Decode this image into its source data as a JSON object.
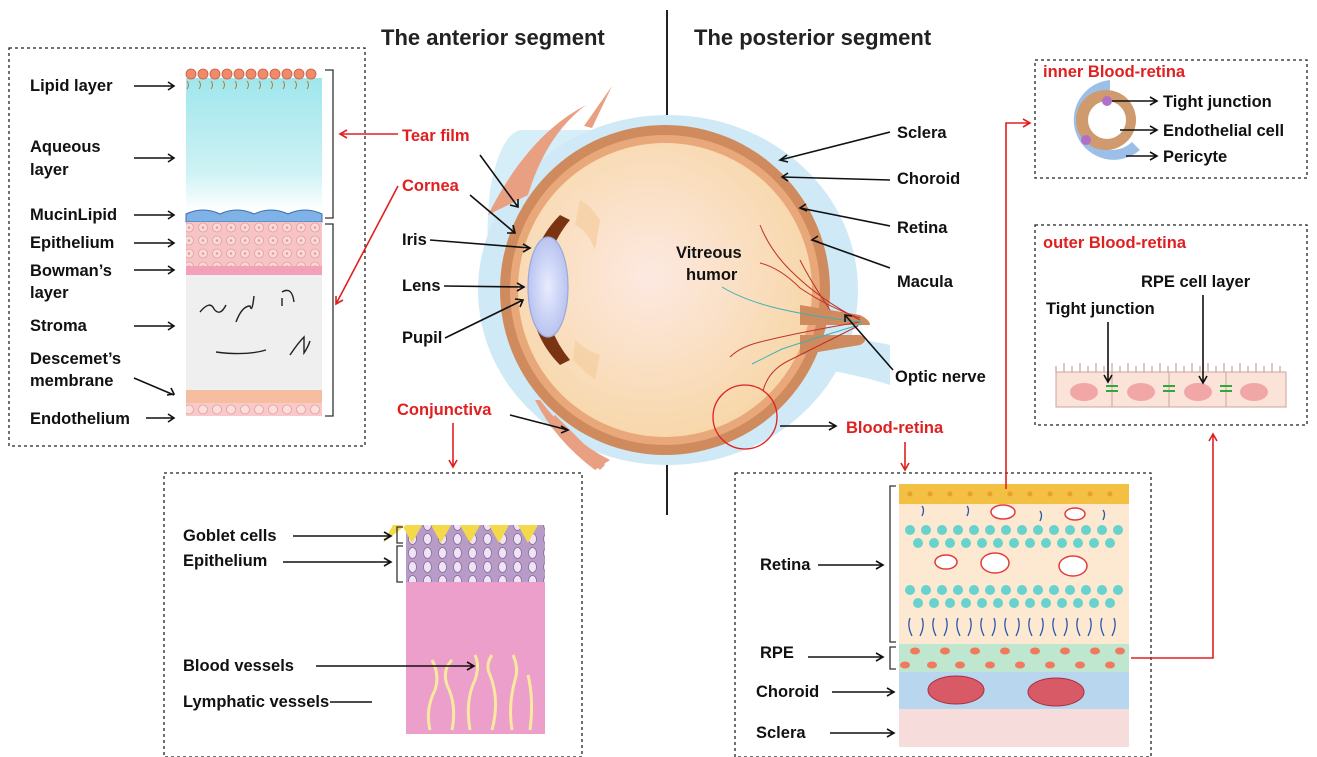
{
  "headings": {
    "anterior": "The anterior segment",
    "posterior": "The posterior segment"
  },
  "tear_film_panel": {
    "lipid": "Lipid layer",
    "aqueous_1": "Aqueous",
    "aqueous_2": "layer",
    "mucin": "MucinLipid"
  },
  "cornea_panel": {
    "epithelium": "Epithelium",
    "bowman_1": "Bowman’s",
    "bowman_2": "layer",
    "stroma": "Stroma",
    "descemet_1": "Descemet’s",
    "descemet_2": "membrane",
    "endothelium": "Endothelium"
  },
  "eye_labels": {
    "tear_film": "Tear film",
    "cornea": "Cornea",
    "iris": "Iris",
    "lens": "Lens",
    "pupil": "Pupil",
    "conjunctiva": "Conjunctiva",
    "sclera": "Sclera",
    "choroid": "Choroid",
    "retina": "Retina",
    "macula": "Macula",
    "vitreous_1": "Vitreous",
    "vitreous_2": "humor",
    "optic_nerve": "Optic nerve",
    "blood_retina": "Blood-retina"
  },
  "conjunctiva_panel": {
    "goblet": "Goblet cells",
    "epithelium": "Epithelium",
    "blood_vessels": "Blood vessels",
    "lymphatic": "Lymphatic vessels"
  },
  "inner_brb": {
    "title": "inner Blood-retina",
    "tight": "Tight junction",
    "endothelial": "Endothelial cell",
    "pericyte": "Pericyte"
  },
  "outer_brb": {
    "title": "outer Blood-retina",
    "rpe_layer": "RPE cell layer",
    "tight": "Tight junction"
  },
  "blood_retina_panel": {
    "retina": "Retina",
    "rpe": "RPE",
    "choroid": "Choroid",
    "sclera": "Sclera"
  },
  "colors": {
    "accent_red": "#e02020",
    "sclera_blue": "#cfe9f6",
    "choroid_brown": "#cf8a5e",
    "vitreous": "#fbe3bb"
  }
}
